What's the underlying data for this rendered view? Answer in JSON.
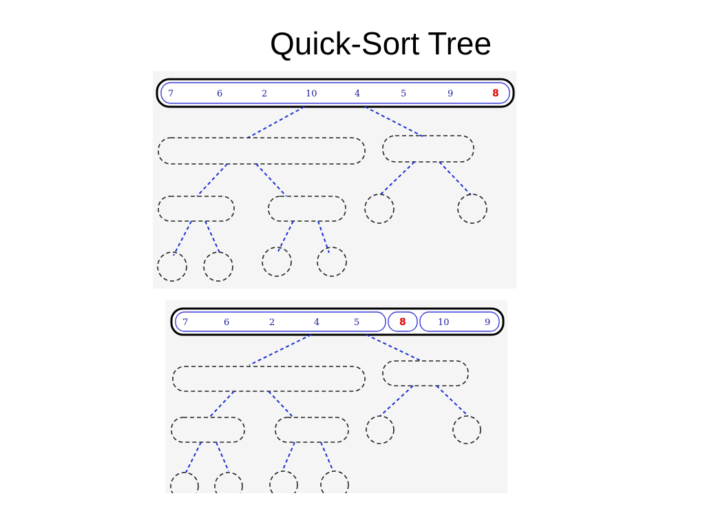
{
  "slide": {
    "title": "Quick-Sort Tree"
  },
  "panel_1": {
    "sequence": [
      "7",
      "6",
      "2",
      "10",
      "4",
      "5",
      "9"
    ],
    "pivot": "8"
  },
  "panel_2": {
    "left_part": [
      "7",
      "6",
      "2",
      "4",
      "5"
    ],
    "pivot": "8",
    "right_part": [
      "10",
      "9"
    ]
  },
  "colors": {
    "numbers": "#1a1a9a",
    "pivot": "#e00000",
    "edges": "#1c2fd0",
    "panel_background": "#f5f5f5"
  }
}
